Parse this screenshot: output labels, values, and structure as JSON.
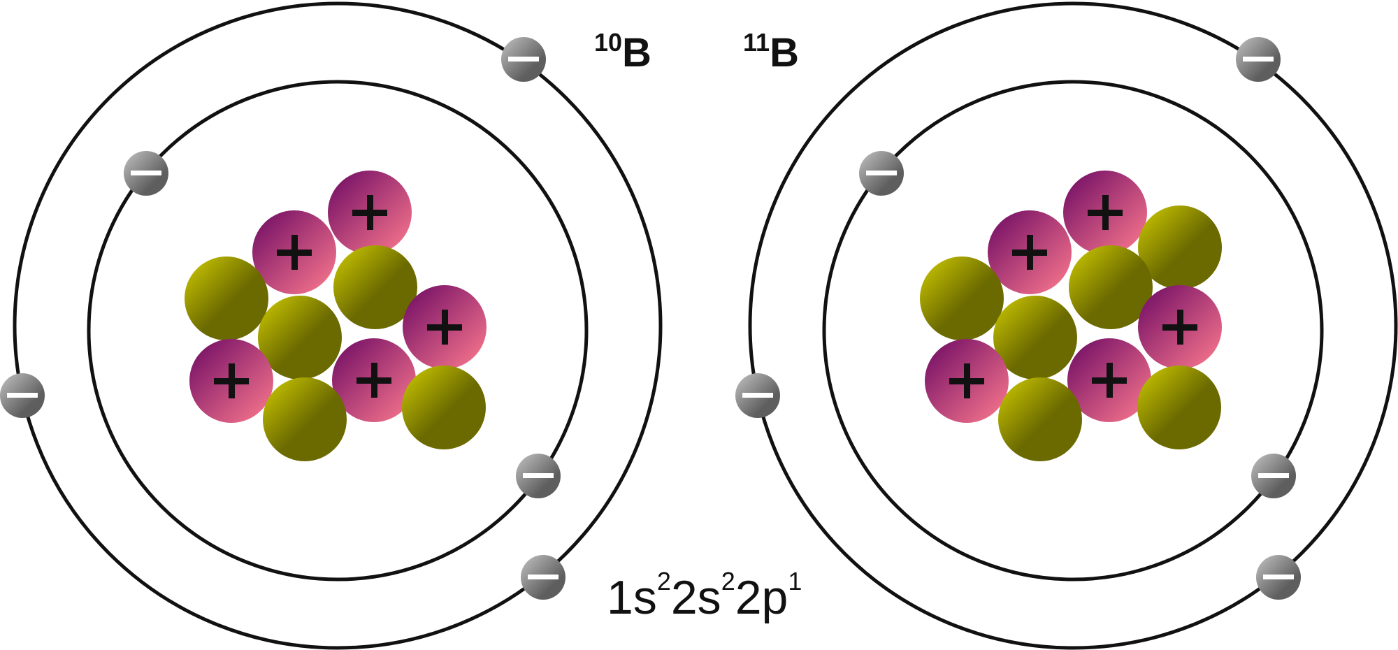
{
  "isotopes": [
    {
      "id": "b10",
      "mass_number": "10",
      "symbol": "B",
      "electron_symbol": "−",
      "proton_symbol": "+",
      "proton_count": 5,
      "neutron_count": 5,
      "shell_electrons": [
        2,
        3
      ]
    },
    {
      "id": "b11",
      "mass_number": "11",
      "symbol": "B",
      "electron_symbol": "−",
      "proton_symbol": "+",
      "proton_count": 5,
      "neutron_count": 6,
      "shell_electrons": [
        2,
        3
      ]
    }
  ],
  "electron_configuration": {
    "parts": [
      {
        "base": "1s",
        "sup": "2"
      },
      {
        "base": "2s",
        "sup": "2"
      },
      {
        "base": "2p",
        "sup": "1"
      }
    ]
  },
  "colors": {
    "orbit": "#111111",
    "proton_dark": "#7a1468",
    "proton_light": "#f0708a",
    "neutron_light": "#c8c400",
    "neutron_dark": "#6b6a00",
    "electron_light": "#b5b5b5",
    "electron_dark": "#5e5e5e",
    "sign_proton": "#111111",
    "sign_electron": "#ffffff"
  }
}
